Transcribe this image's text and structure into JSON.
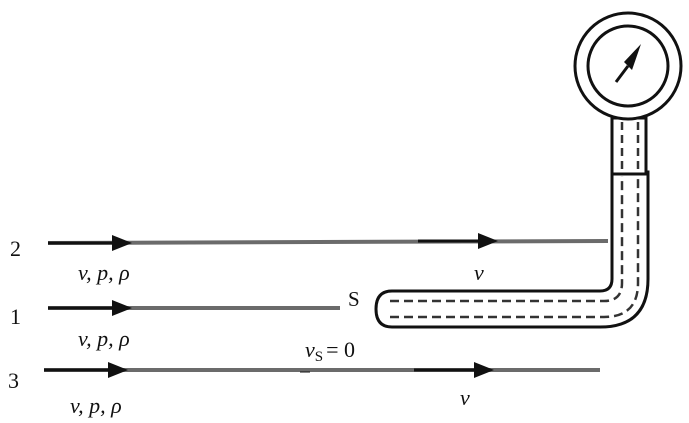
{
  "streamlines": [
    {
      "number": "2",
      "label": "v, p, ρ",
      "downstream_label": "v"
    },
    {
      "number": "1",
      "label": "v, p, ρ"
    },
    {
      "number": "3",
      "label": "v, p, ρ",
      "downstream_label": "v"
    }
  ],
  "stagnation_point": {
    "label": "S",
    "velocity_symbol": "v",
    "velocity_subscript": "S",
    "velocity_value": "= 0"
  },
  "colors": {
    "line": "#6b6b6b",
    "arrow": "#111111",
    "ink": "#111111"
  }
}
